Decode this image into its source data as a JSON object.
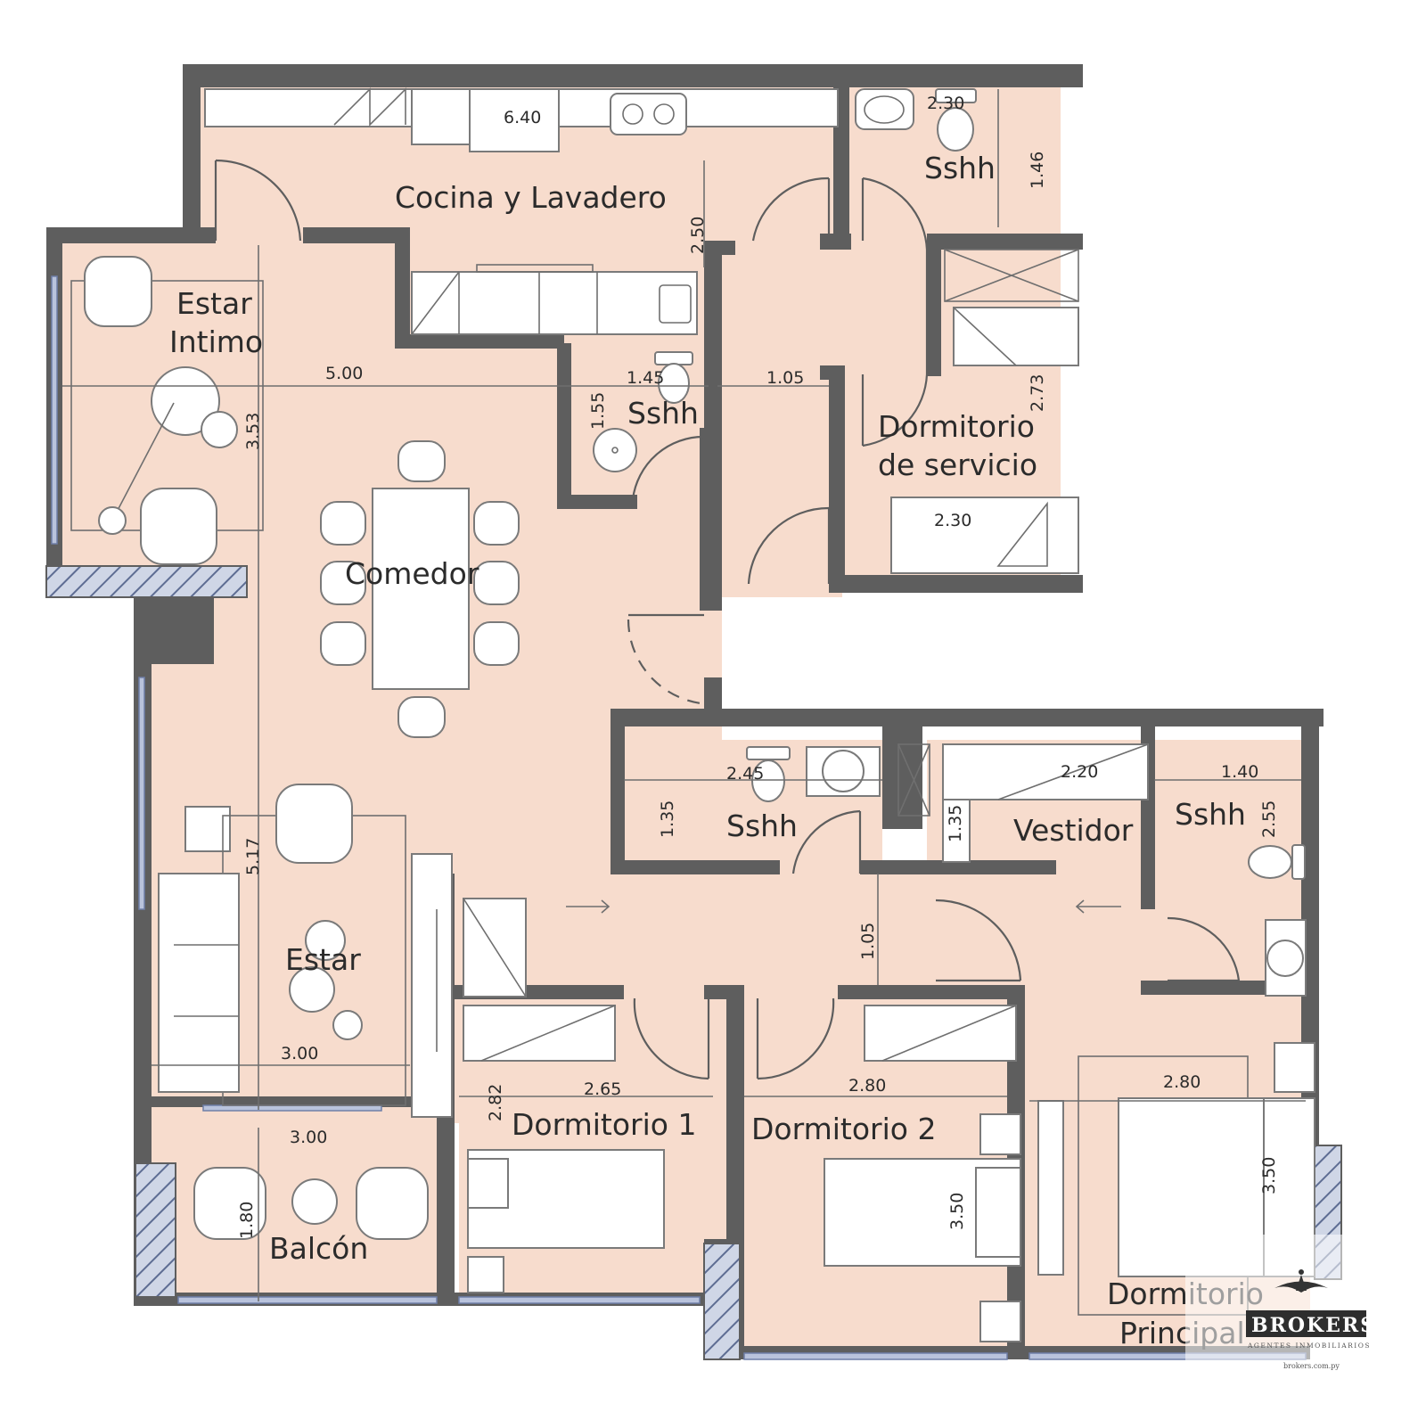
{
  "rooms": {
    "cocina": "Cocina y Lavadero",
    "sshh_servicio": "Sshh",
    "estar_intimo_1": "Estar",
    "estar_intimo_2": "Intimo",
    "sshh_social": "Sshh",
    "dorm_servicio_1": "Dormitorio",
    "dorm_servicio_2": "de servicio",
    "comedor": "Comedor",
    "sshh_comun": "Sshh",
    "vestidor": "Vestidor",
    "sshh_principal": "Sshh",
    "estar": "Estar",
    "dormitorio1": "Dormitorio 1",
    "dormitorio2": "Dormitorio 2",
    "balcon": "Balcón",
    "dorm_principal_1": "Dormitorio",
    "dorm_principal_2": "Principal"
  },
  "dimensions": {
    "d_cocina_len": "6.40",
    "d_cocina_w": "2.50",
    "d_sshh_serv_w": "2.30",
    "d_sshh_serv_h": "1.46",
    "d_estar_int_w": "5.00",
    "d_estar_int_h": "3.53",
    "d_sshh_soc_w": "1.45",
    "d_sshh_soc_h": "1.55",
    "d_pasillo_serv": "1.05",
    "d_dorm_serv_h": "2.73",
    "d_dorm_serv_w": "2.30",
    "d_sshh_comun_w": "2.45",
    "d_sshh_comun_h": "1.35",
    "d_vestidor_w": "2.20",
    "d_vestidor_h": "1.35",
    "d_sshh_ppal_w": "1.40",
    "d_sshh_ppal_h": "2.55",
    "d_estar_h": "5.17",
    "d_estar_w": "3.00",
    "d_pasillo": "1.05",
    "d_balcon_w": "3.00",
    "d_balcon_h": "1.80",
    "d_dorm1_w": "2.65",
    "d_dorm1_h": "2.82",
    "d_dorm2_w": "2.80",
    "d_dorm2_h": "3.50",
    "d_dorm_ppal_w": "2.80",
    "d_dorm_ppal_h": "3.50"
  },
  "watermark": {
    "brand": "BROKERS",
    "tagline": "AGENTES INMOBILIARIOS",
    "url": "brokers.com.py"
  },
  "colors": {
    "floor": "#f7dccd",
    "wall": "#5e5e5e"
  }
}
